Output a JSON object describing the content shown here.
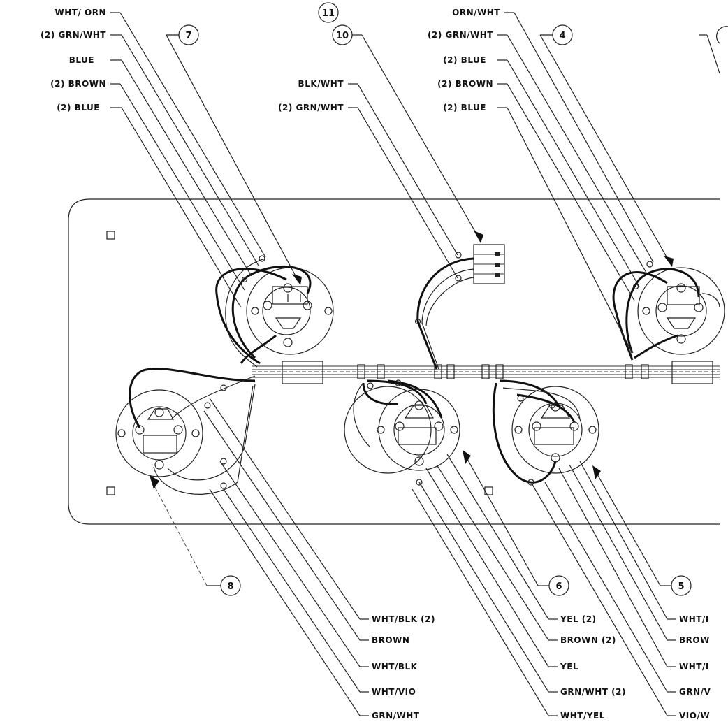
{
  "top_left_labels": [
    "WHT/ ORN",
    "(2) GRN/WHT",
    "BLUE",
    "(2) BROWN",
    "(2) BLUE"
  ],
  "top_mid_labels": [
    "BLK/WHT",
    "(2) GRN/WHT"
  ],
  "top_right_labels": [
    "ORN/WHT",
    "(2) GRN/WHT",
    "(2) BLUE",
    "(2) BROWN",
    "(2) BLUE"
  ],
  "callouts": {
    "c11": "11",
    "c10": "10",
    "c7": "7",
    "c4": "4",
    "c8": "8",
    "c6": "6",
    "c5": "5"
  },
  "bottom_left_labels": [
    "WHT/BLK (2)",
    "BROWN",
    "WHT/BLK",
    "WHT/VIO",
    "GRN/WHT"
  ],
  "bottom_mid_labels": [
    "YEL  (2)",
    "BROWN (2)",
    "YEL",
    "GRN/WHT (2)",
    "WHT/YEL"
  ],
  "bottom_right_labels": [
    "WHT/I",
    "BROW",
    "WHT/I",
    "GRN/V",
    "VIO/W"
  ]
}
